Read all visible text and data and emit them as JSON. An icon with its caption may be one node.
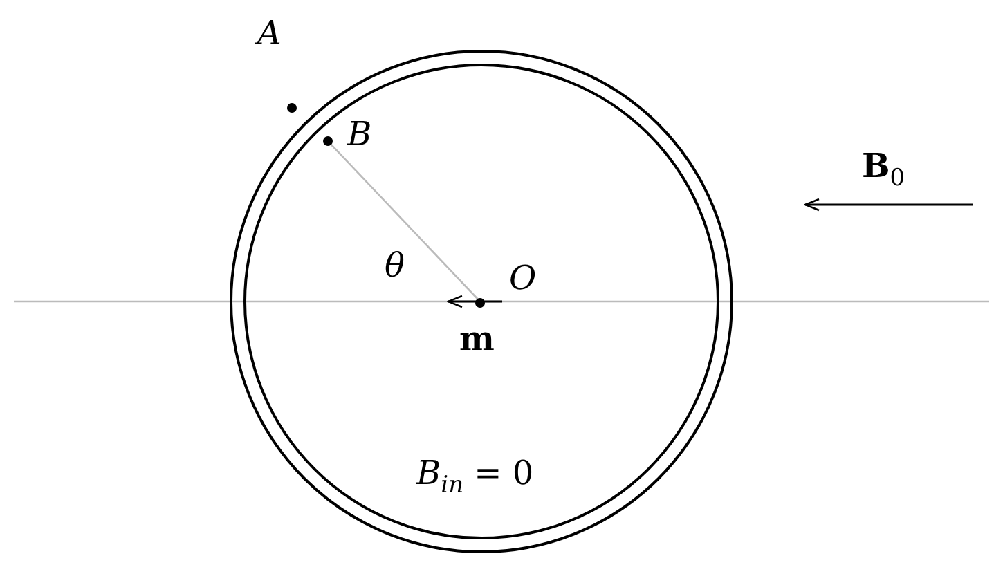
{
  "diagram": {
    "labels": [
      "A",
      "B",
      "θ",
      "O",
      "m",
      "*B*$_{in}$ = 0",
      "**B**$_{0}$"
    ]
  }
}
